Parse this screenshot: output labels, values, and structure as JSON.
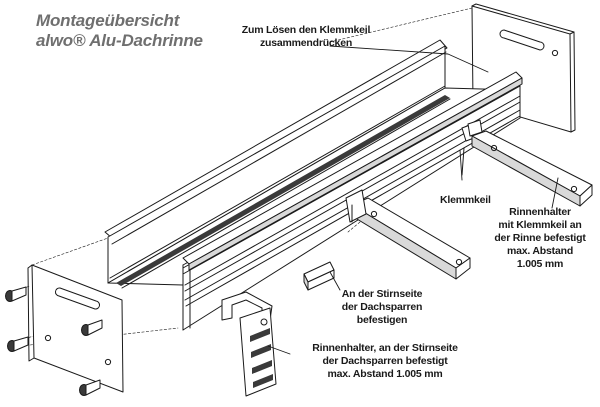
{
  "title": {
    "line1": "Montageübersicht",
    "line2": "alwo® Alu-Dachrinne"
  },
  "labels": {
    "release_wedge": [
      "Zum Lösen den Klemmkeil",
      "zusammendrücken"
    ],
    "wedge": [
      "Klemmkeil"
    ],
    "gutter_bracket": [
      "Rinnenhalter",
      "mit Klemmkeil an",
      "der Rinne befestigt",
      "max. Abstand",
      "1.005 mm"
    ],
    "end_fastening": [
      "An der Stirnseite",
      "der Dachsparren",
      "befestigen"
    ],
    "face_bracket": [
      "Rinnenhalter, an der Stirnseite",
      "befestigt",
      "der Dachsparren befestigt",
      "max. Abstand 1.005 mm"
    ]
  },
  "colors": {
    "line": "#1a1a1a",
    "title": "#6f6f6f",
    "fill": "#ffffff",
    "shade": "#d9d9d9",
    "dark": "#3a3a3a"
  }
}
